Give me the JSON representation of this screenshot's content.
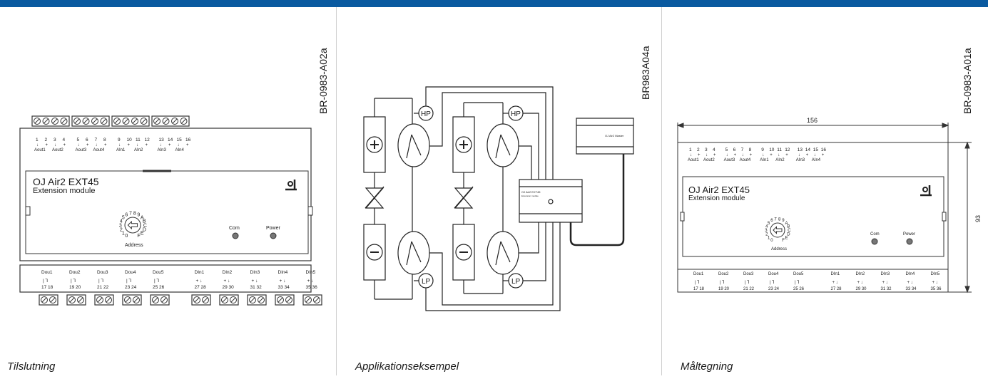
{
  "panels": [
    {
      "caption": "Tilslutning",
      "code": "BR-0983-A02a"
    },
    {
      "caption": "Applikationseksempel",
      "code": "BR983A04a"
    },
    {
      "caption": "Måltegning",
      "code": "BR-0983-A01a"
    }
  ],
  "module": {
    "title": "OJ Air2 EXT45",
    "subtitle": "Extension module",
    "address_label": "Address",
    "com_label": "Com",
    "power_label": "Power",
    "dial_chars": [
      "0",
      "1",
      "2",
      "3",
      "4",
      "5",
      "6",
      "7",
      "8",
      "9",
      "A",
      "B",
      "C",
      "D",
      "E",
      "F"
    ],
    "top_terminals": [
      "1",
      "2",
      "3",
      "4",
      "5",
      "6",
      "7",
      "8",
      "9",
      "10",
      "11",
      "12",
      "13",
      "14",
      "15",
      "16"
    ],
    "top_groups": [
      "Aout1",
      "Aout2",
      "Aout3",
      "Aout4",
      "AIn1",
      "AIn2",
      "AIn3",
      "AIn4"
    ],
    "bottom_groups": [
      "Dou1",
      "Dou2",
      "Dou3",
      "Dou4",
      "Dou5",
      "DIn1",
      "DIn2",
      "DIn3",
      "DIn4",
      "DIn5"
    ],
    "bottom_groups_detail": [
      "Dou1",
      "Dou2",
      "Dou3",
      "Dou4",
      "Dou5",
      "DIn1",
      "DIn2",
      "DIn3",
      "DIn4",
      "DIn5"
    ],
    "bottom_terminals": [
      "17",
      "18",
      "19",
      "20",
      "21",
      "22",
      "23",
      "24",
      "25",
      "26",
      "27",
      "28",
      "29",
      "30",
      "31",
      "32",
      "33",
      "34",
      "35",
      "36"
    ]
  },
  "application": {
    "hp_label": "HP",
    "lp_label": "LP",
    "small_module_title": "OJ Air2 EXT45",
    "small_module_subtitle": "Extension module",
    "master_label": "OJ Air2 Master"
  },
  "dimensions": {
    "width": "156",
    "height": "93"
  }
}
